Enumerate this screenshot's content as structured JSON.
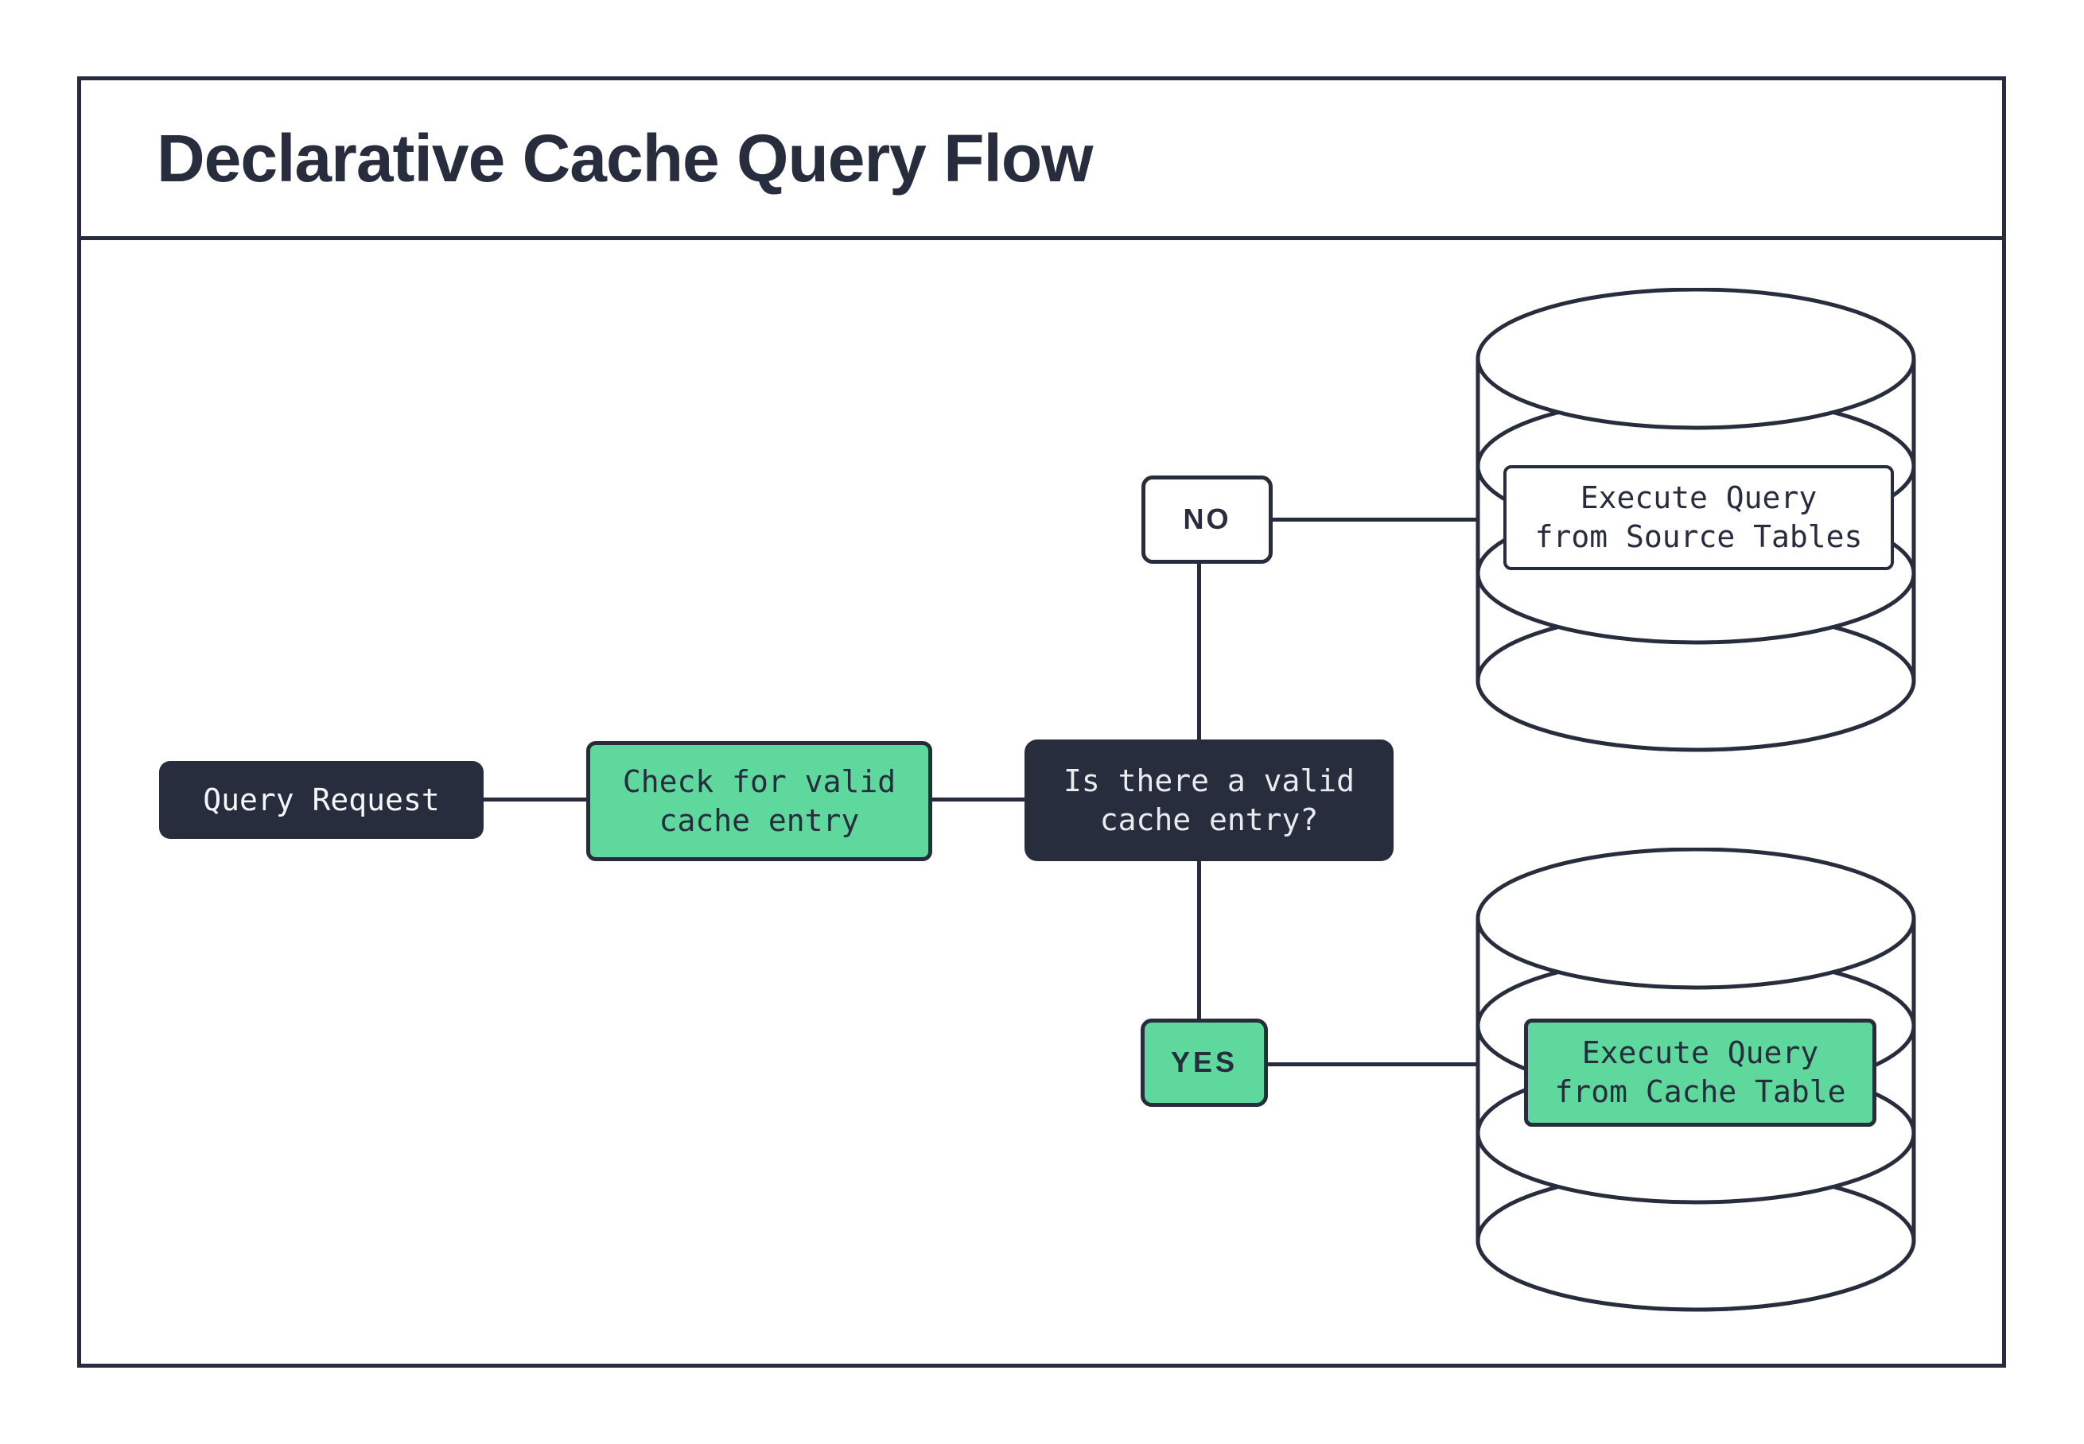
{
  "title": "Declarative Cache Query Flow",
  "palette": {
    "ink": "#272d3d",
    "green": "#5ed89c",
    "paper": "#ffffff",
    "light_text": "#e9ebee"
  },
  "flow": {
    "query_request": "Query Request",
    "check_cache": "Check for valid\ncache entry",
    "decision": "Is there a valid\ncache entry?",
    "branch_no": "NO",
    "branch_yes": "YES",
    "source_db_action": "Execute Query\nfrom Source Tables",
    "cache_db_action": "Execute Query\nfrom Cache Table"
  }
}
